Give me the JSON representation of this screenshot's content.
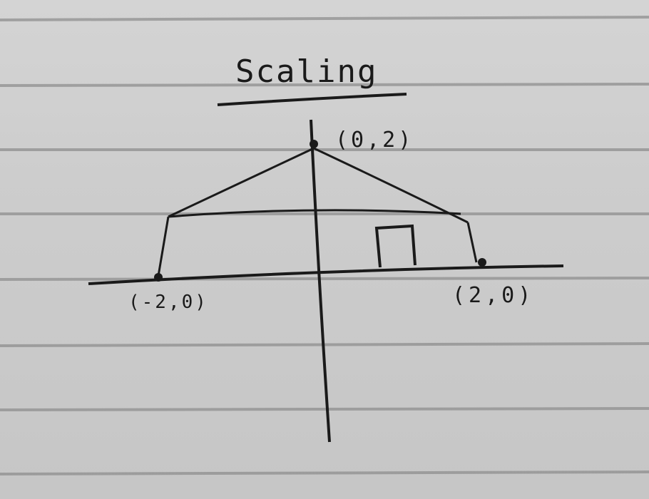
{
  "title": "Scaling",
  "points": {
    "top": "(0,2)",
    "left": "(-2,0)",
    "right": "(2,0)"
  },
  "colors": {
    "paper": "#cdcdcd",
    "ruled_line": "#8f8f8f",
    "ink": "#1a1a1a"
  }
}
